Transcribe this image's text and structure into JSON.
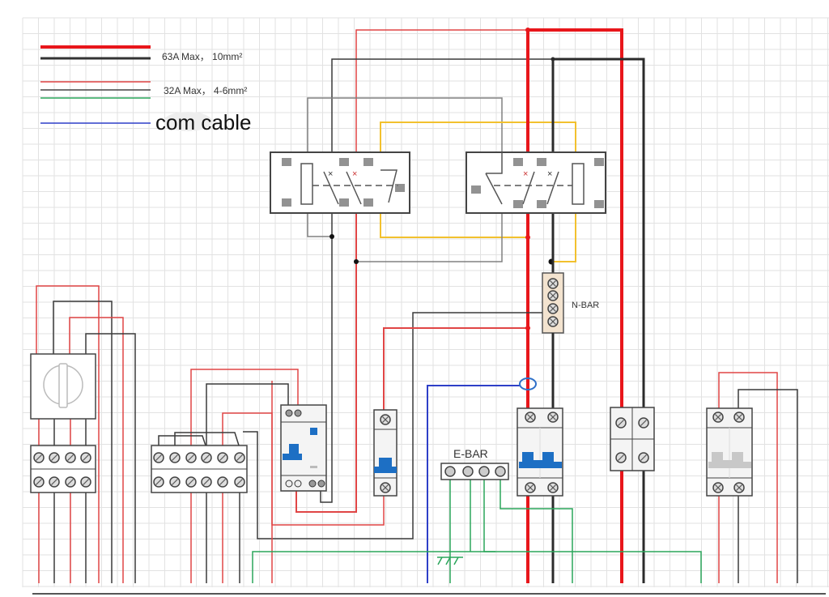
{
  "legend": {
    "items": [
      {
        "label": "63A Max， 10mm²",
        "colors": [
          "#e8161b",
          "#333333"
        ],
        "weight": "heavy"
      },
      {
        "label": "32A Max， 4-6mm²",
        "colors": [
          "#e04040",
          "#444444",
          "#2aa55a"
        ],
        "weight": "light"
      },
      {
        "label": "com cable",
        "colors": [
          "#2e3fc8"
        ],
        "weight": "light"
      }
    ]
  },
  "components": {
    "relay_left": "changeover-relay",
    "relay_right": "changeover-relay",
    "n_bar_label": "N-BAR",
    "e_bar_label": "E-BAR",
    "main_switch": "rotary-isolator",
    "rcbo": "rcd-breaker",
    "mcb_single": "single-pole-breaker",
    "mcb_double": "double-pole-breaker",
    "terminal_block": "terminal-block",
    "mcb_double_grey": "double-pole-breaker-off"
  },
  "colors": {
    "phase_heavy": "#e8161b",
    "neutral_heavy": "#2b2b2b",
    "phase_light": "#e04545",
    "neutral_light": "#3a3a3a",
    "earth": "#2aa55a",
    "com": "#2e3fc8",
    "control_yellow": "#f2c12e",
    "control_grey": "#808080",
    "breaker_blue": "#1d6fc4",
    "grid": "#dcdcdc",
    "nbar_fill": "#f3e3cf"
  }
}
